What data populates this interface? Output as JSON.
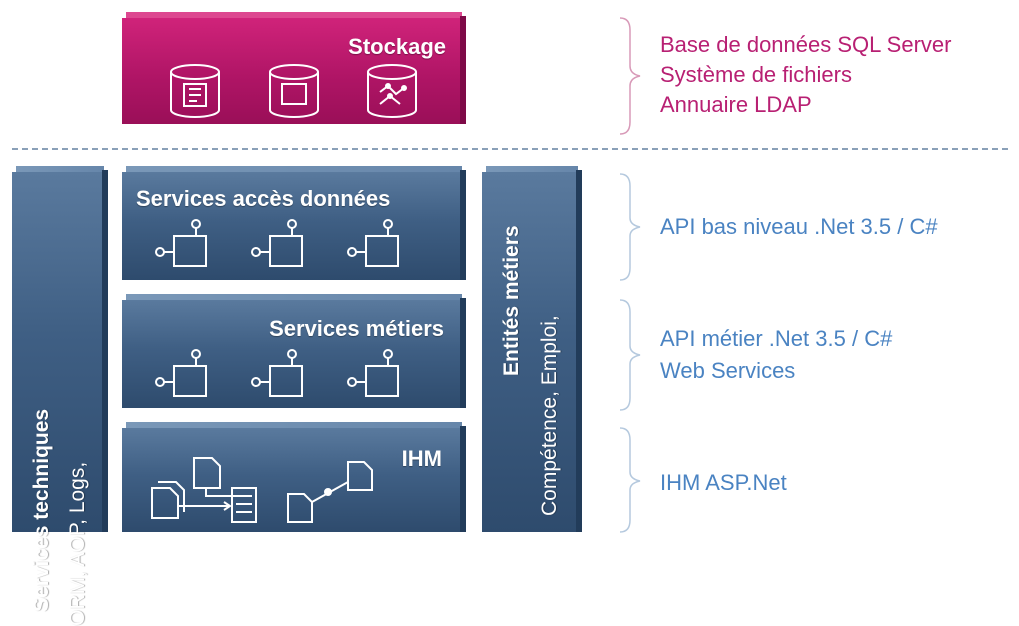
{
  "storage": {
    "title": "Stockage",
    "annotations": [
      "Base de données SQL Server",
      "Système de fichiers",
      "Annuaire LDAP"
    ]
  },
  "left_pillar": {
    "title": "Services techniques",
    "subtitle": "ORM, AOP, Logs,"
  },
  "right_pillar": {
    "title": "Entités métiers",
    "subtitle": "Compétence, Emploi,"
  },
  "layers": {
    "data_access": {
      "title": "Services accès données",
      "annotation": "API bas niveau .Net 3.5 / C#"
    },
    "business": {
      "title": "Services métiers",
      "annotations": [
        "API métier .Net 3.5 / C#",
        "Web Services"
      ]
    },
    "ui": {
      "title": "IHM",
      "annotation": "IHM ASP.Net"
    }
  },
  "colors": {
    "storage": "#b01566",
    "layer": "#3f5f84",
    "annotation_storage": "#b82073",
    "annotation_layers": "#4a83c2"
  }
}
